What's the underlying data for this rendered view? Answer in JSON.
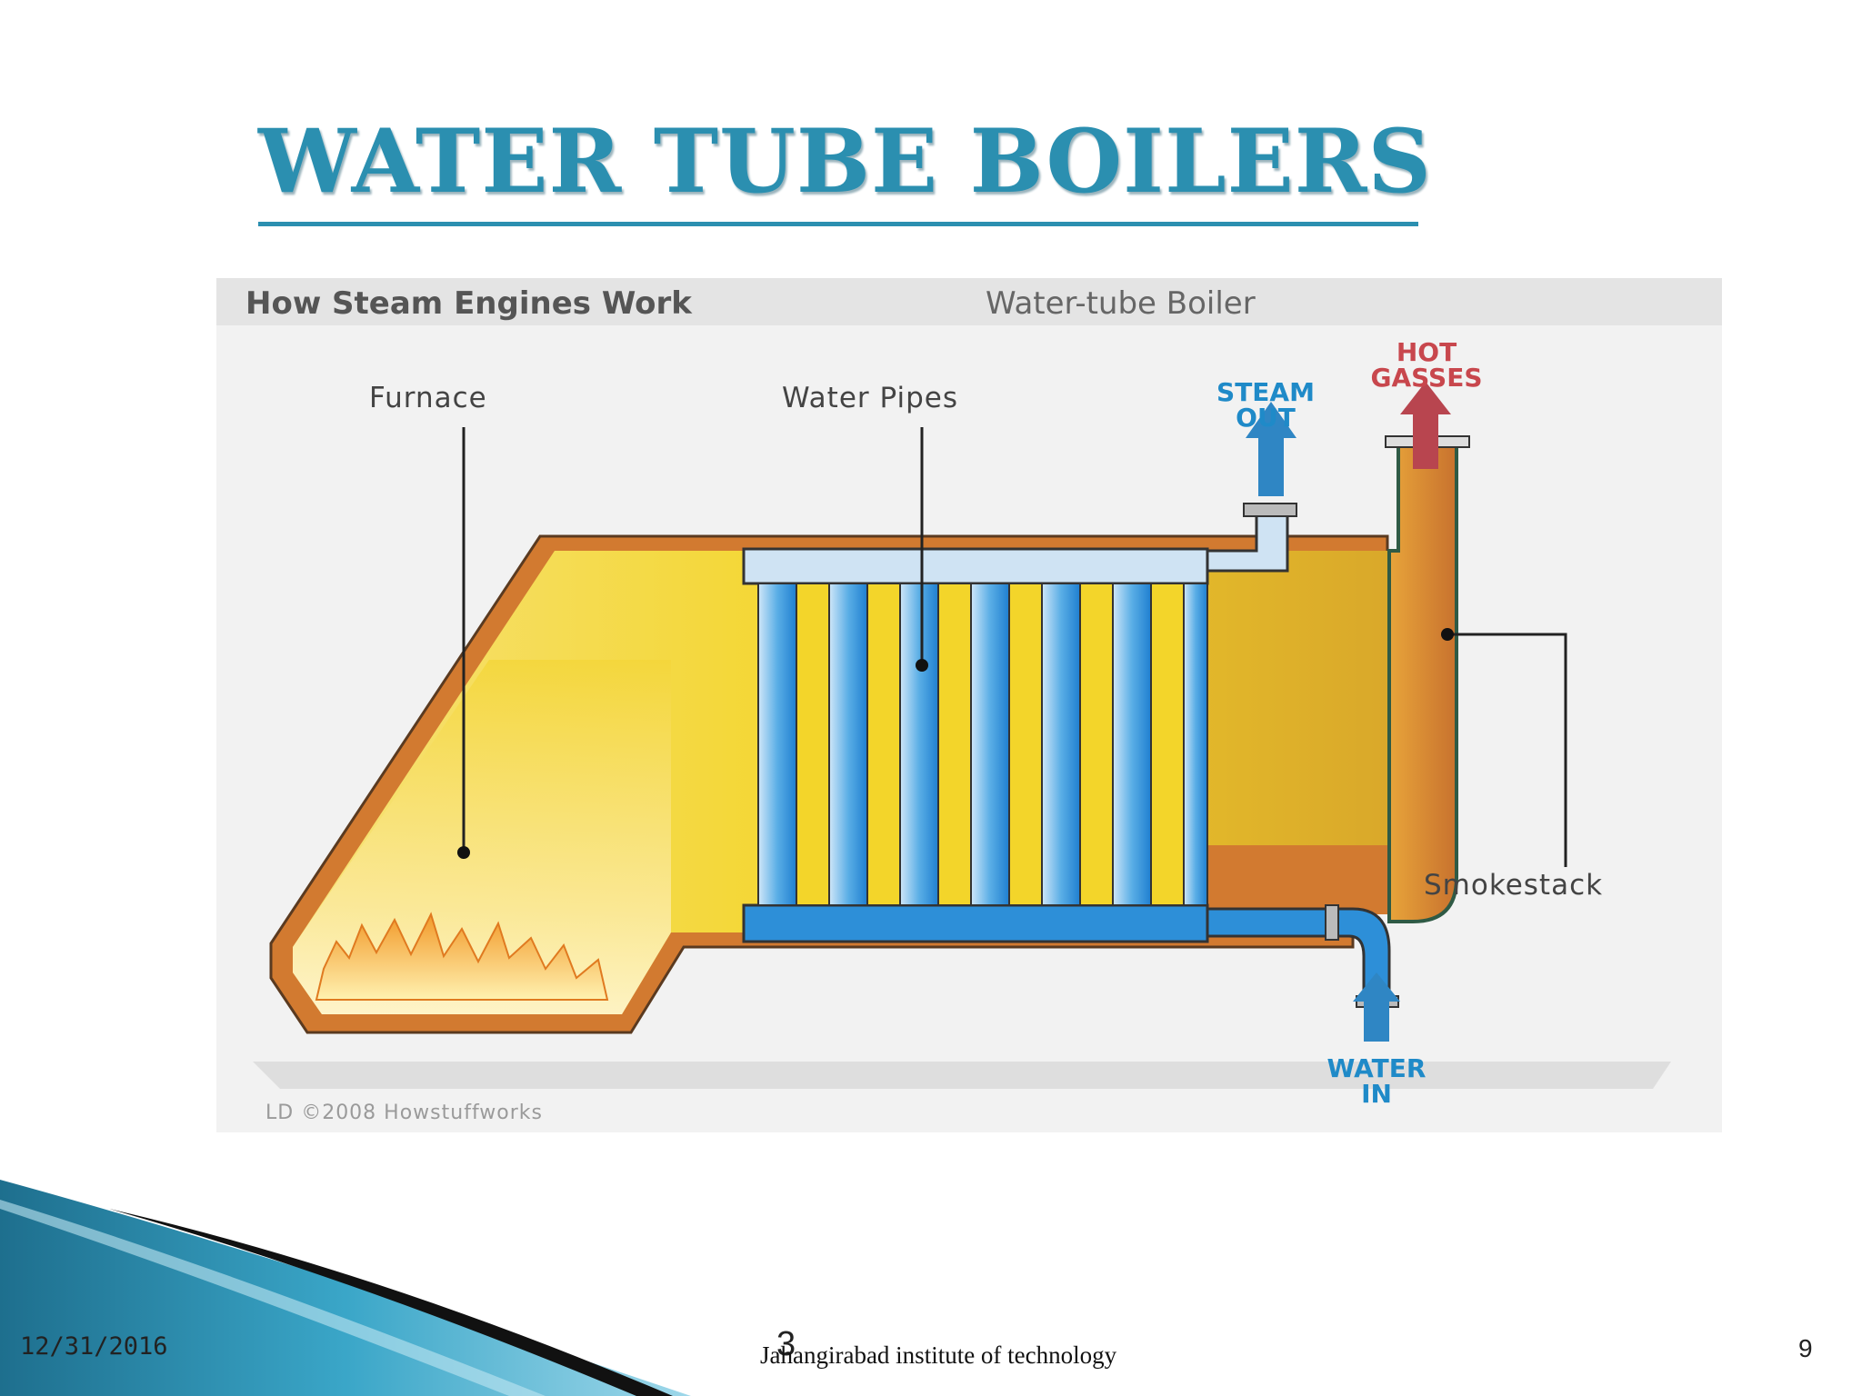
{
  "slide": {
    "title": "WATER TUBE BOILERS"
  },
  "figure": {
    "header_bold": "How Steam Engines Work",
    "header_sub": "Water-tube Boiler",
    "labels": {
      "furnace": "Furnace",
      "water_pipes": "Water Pipes",
      "smokestack": "Smokestack"
    },
    "flows": {
      "steam_out": [
        "STEAM",
        "OUT"
      ],
      "hot_gasses": [
        "HOT",
        "GASSES"
      ],
      "water_in": [
        "WATER",
        "IN"
      ]
    },
    "copyright": "LD ©2008 Howstuffworks",
    "colors": {
      "shell": "#d27a30",
      "fire_yellow": "#f5d63a",
      "water_blue": "#2d8fd8",
      "steam_arrow": "#2f86c4",
      "gas_arrow": "#b8454f"
    }
  },
  "footer": {
    "date": "12/31/2016",
    "number": "3",
    "institution": "Jahangirabad institute of technology",
    "page": "9"
  }
}
